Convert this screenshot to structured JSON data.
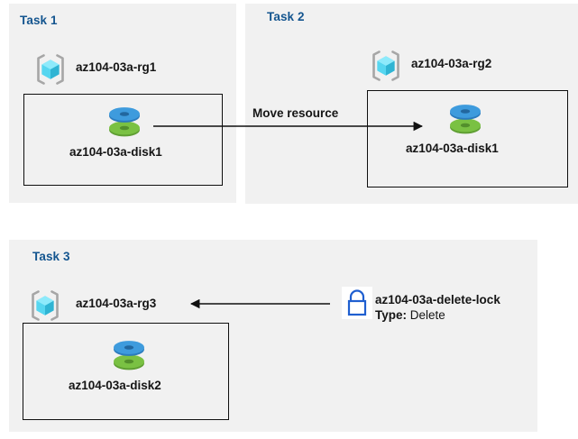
{
  "diagram": {
    "title_color": "#14558f",
    "panel_background": "#f1f1f1",
    "page_background": "#ffffff"
  },
  "panels": [
    {
      "id": "task1",
      "title": "Task 1"
    },
    {
      "id": "task2",
      "title": "Task 2"
    },
    {
      "id": "task3",
      "title": "Task 3"
    }
  ],
  "resource_groups": [
    {
      "id": "rg1",
      "label": "az104-03a-rg1",
      "icon": "resource-group-icon",
      "panel": "task1"
    },
    {
      "id": "rg2",
      "label": "az104-03a-rg2",
      "icon": "resource-group-icon",
      "panel": "task2"
    },
    {
      "id": "rg3",
      "label": "az104-03a-rg3",
      "icon": "resource-group-icon",
      "panel": "task3"
    }
  ],
  "disks": [
    {
      "id": "disk1a",
      "label": "az104-03a-disk1",
      "icon": "managed-disk-icon",
      "panel": "task1"
    },
    {
      "id": "disk1b",
      "label": "az104-03a-disk1",
      "icon": "managed-disk-icon",
      "panel": "task2"
    },
    {
      "id": "disk2",
      "label": "az104-03a-disk2",
      "icon": "managed-disk-icon",
      "panel": "task3"
    }
  ],
  "lock": {
    "icon": "lock-icon",
    "name": "az104-03a-delete-lock",
    "type_label": "Type:",
    "type_value": "Delete"
  },
  "connectors": [
    {
      "id": "move-arrow",
      "label": "Move resource",
      "direction": "right"
    },
    {
      "id": "lock-arrow",
      "label": "",
      "direction": "left"
    }
  ],
  "icon_colors": {
    "cube_top": "#86e5f8",
    "cube_left": "#4fd8f2",
    "cube_right": "#30b6d4",
    "bracket": "#a6a6a6",
    "disk_blue": "#3e9bdd",
    "disk_blue_dark": "#2b7bbd",
    "disk_green": "#7ac143",
    "disk_green_dark": "#5f9e33",
    "lock_blue": "#1f5fd0",
    "arrow_black": "#111111"
  }
}
